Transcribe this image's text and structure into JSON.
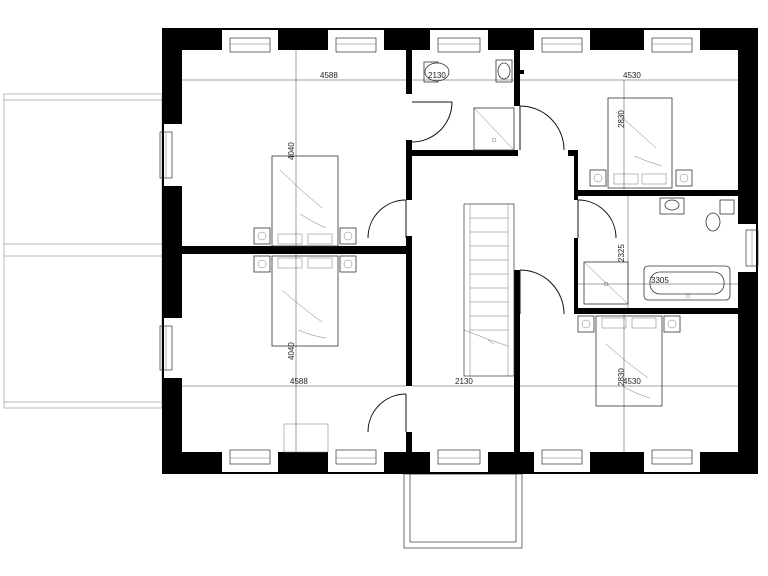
{
  "dimensions": {
    "bed1_width": "4588",
    "bed1_depth": "4040",
    "bath_top_width": "2130",
    "bed2_width": "4530",
    "bed2_depth": "2830",
    "ensuite_depth": "2325",
    "bath_width": "3305",
    "bed3_width": "4588",
    "bed3_depth": "4040",
    "landing_width": "2130",
    "bed4_depth": "2830",
    "bed4_width": "4530"
  }
}
